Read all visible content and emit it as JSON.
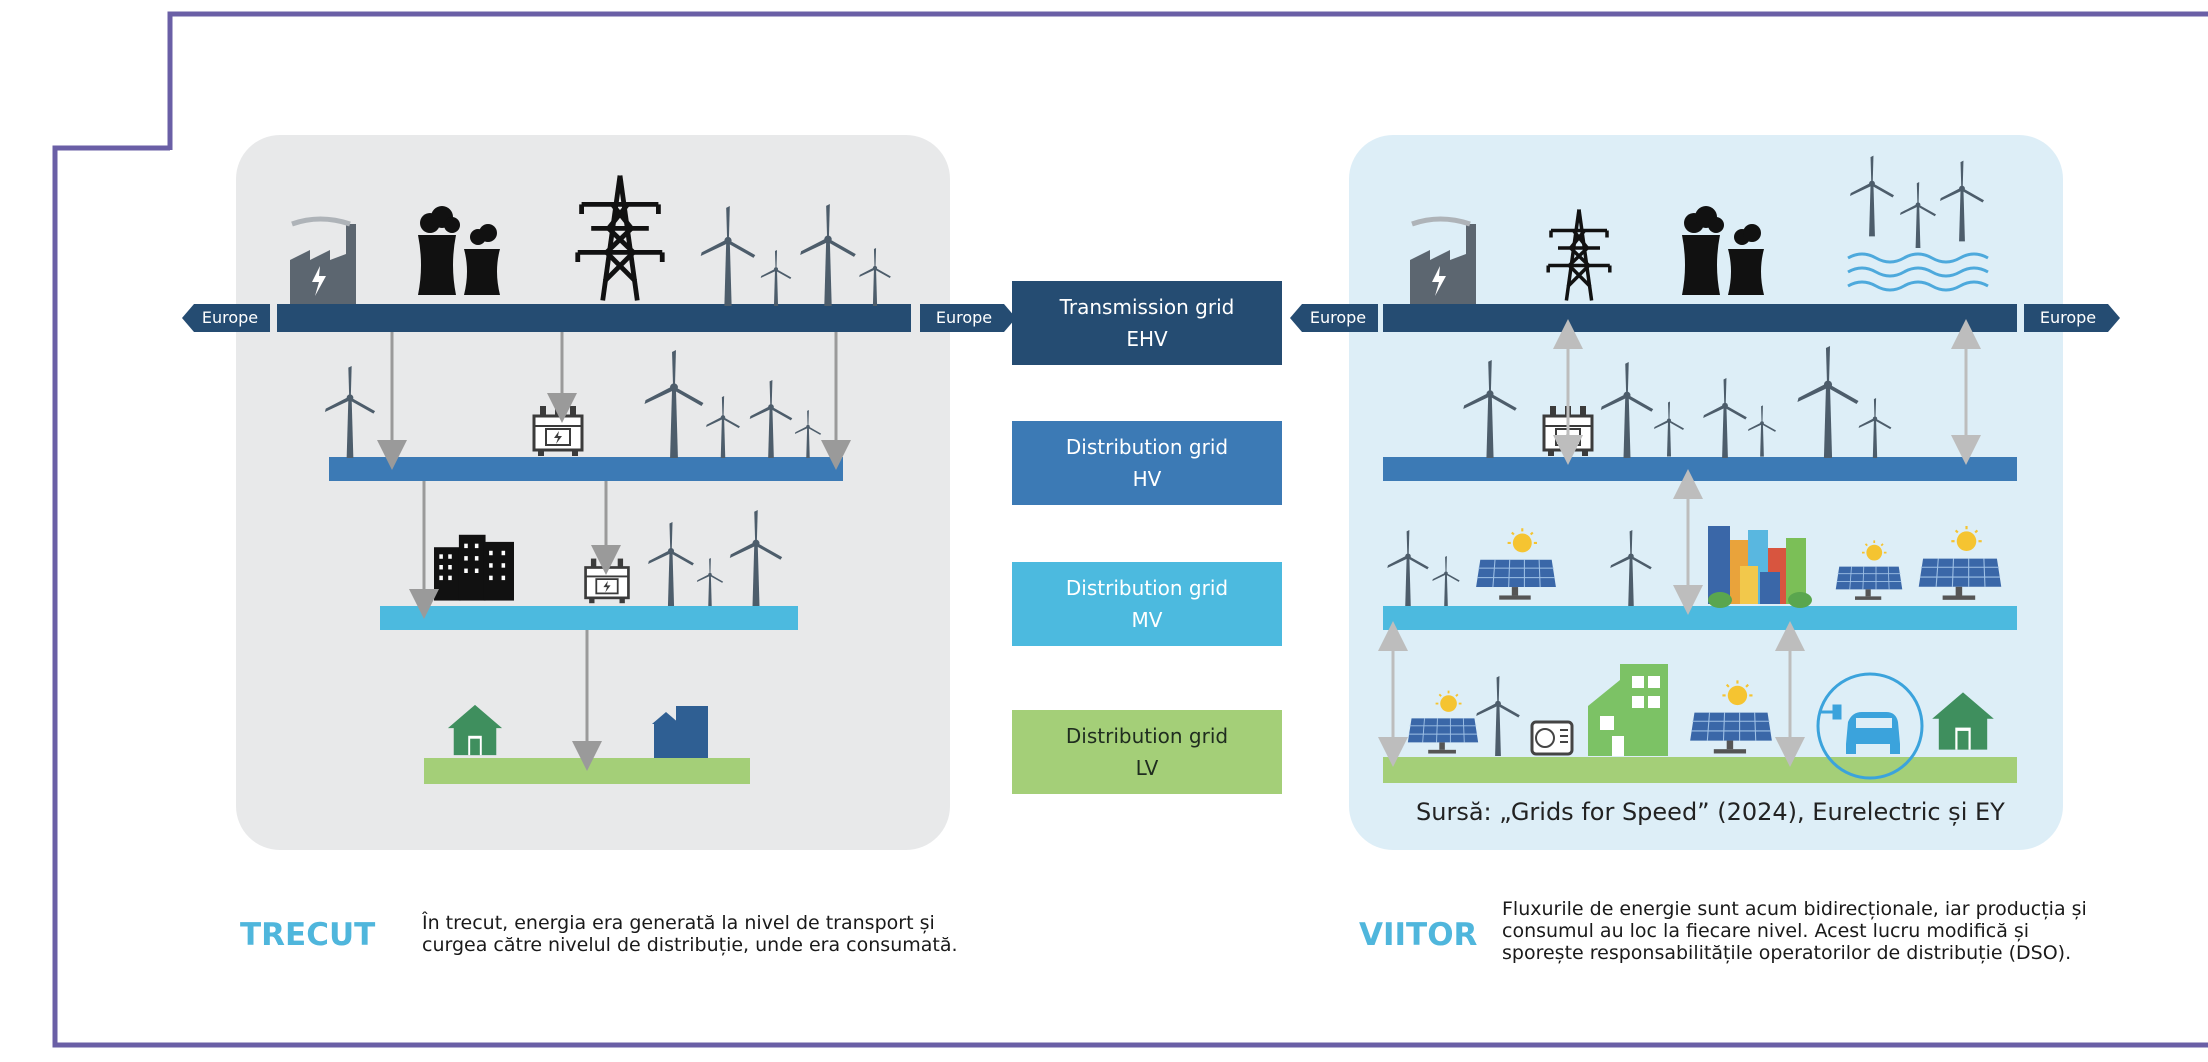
{
  "colors": {
    "frame": "#6a5fa6",
    "past_panel": "#e8e9ea",
    "future_panel": "#ddeef7",
    "ehv": "#254c72",
    "hv": "#3c7ab5",
    "mv": "#4cbadf",
    "lv": "#a4cf78",
    "caption_accent": "#4fb6dc"
  },
  "europe_label": "Europe",
  "legend": {
    "ehv": {
      "line1": "Transmission grid",
      "line2": "EHV"
    },
    "hv": {
      "line1": "Distribution grid",
      "line2": "HV"
    },
    "mv": {
      "line1": "Distribution grid",
      "line2": "MV"
    },
    "lv": {
      "line1": "Distribution grid",
      "line2": "LV"
    }
  },
  "past": {
    "title": "TRECUT",
    "line1": "În trecut, energia era generată la nivel de transport și",
    "line2": "curgea către nivelul de distribuție, unde era consumată."
  },
  "future": {
    "title": "VIITOR",
    "line1": "Fluxurile de energie sunt acum bidirecționale, iar producția și",
    "line2": "consumul au loc la fiecare nivel. Acest lucru modifică și",
    "line3": "sporește responsabilitățile operatorilor de distribuție (DSO)."
  },
  "source": "Sursă: „Grids for Speed” (2024), Eurelectric și EY",
  "icons": [
    "factory-icon",
    "nuclear-plant-icon",
    "power-pylon-icon",
    "wind-turbine-icon",
    "transformer-icon",
    "city-buildings-icon",
    "house-icon",
    "solar-panel-icon",
    "offshore-wind-icon",
    "heat-pump-icon",
    "electric-car-icon"
  ]
}
